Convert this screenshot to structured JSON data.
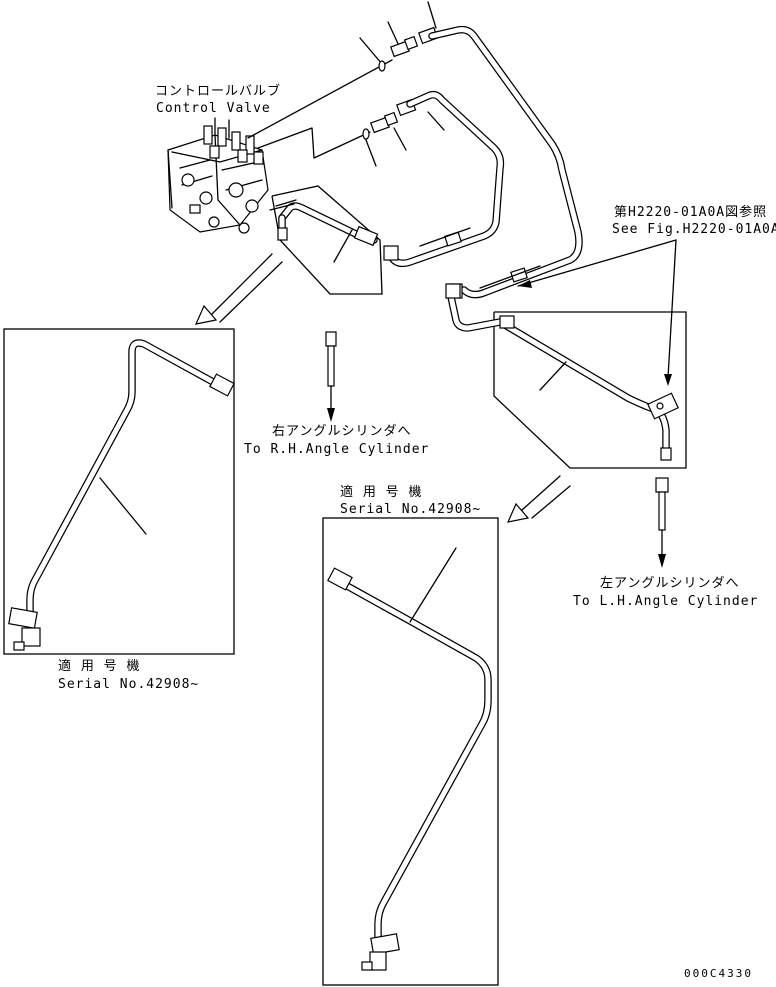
{
  "labels": {
    "control_valve_jp": "コントロールバルブ",
    "control_valve_en": "Control Valve",
    "see_fig_jp": "第H2220-01A0A図参照",
    "see_fig_en": "See Fig.H2220-01A0A",
    "rh_cylinder_jp": "右アングルシリンダへ",
    "rh_cylinder_en": "To R.H.Angle Cylinder",
    "lh_cylinder_jp": "左アングルシリンダへ",
    "lh_cylinder_en": "To L.H.Angle Cylinder",
    "serial_left_jp": "適 用 号 機",
    "serial_left_en": "Serial No.42908~",
    "serial_center_jp": "適 用 号 機",
    "serial_center_en": "Serial No.42908~",
    "drawing_code": "000C4330"
  },
  "colors": {
    "ink": "#000000",
    "paper": "#ffffff"
  }
}
